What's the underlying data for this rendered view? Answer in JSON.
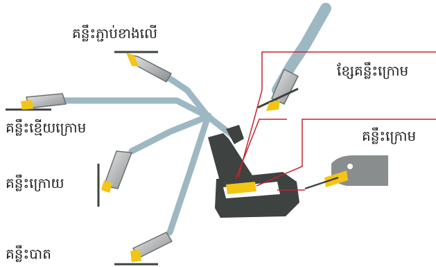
{
  "labels": {
    "top_anchor": "គន្លឹះភ្ជាប់ខាងលើ",
    "lower_anchor_left": "គន្លឹះខ្មើយក្រោម",
    "rear_anchor": "គន្លឹះក្រោយ",
    "floor_anchor": "គន្លឹះបាត",
    "lower_strap": "ខ្សែគន្លឹះក្រោម",
    "lower_anchor_right": "គន្លឹះក្រោម"
  },
  "colors": {
    "strap": "#9db8c3",
    "clip": "#f3c514",
    "seat": "#3e4241",
    "leader": "#c4232d",
    "text": "#1d1d1b",
    "hook_gray": "#8a8d8e"
  }
}
